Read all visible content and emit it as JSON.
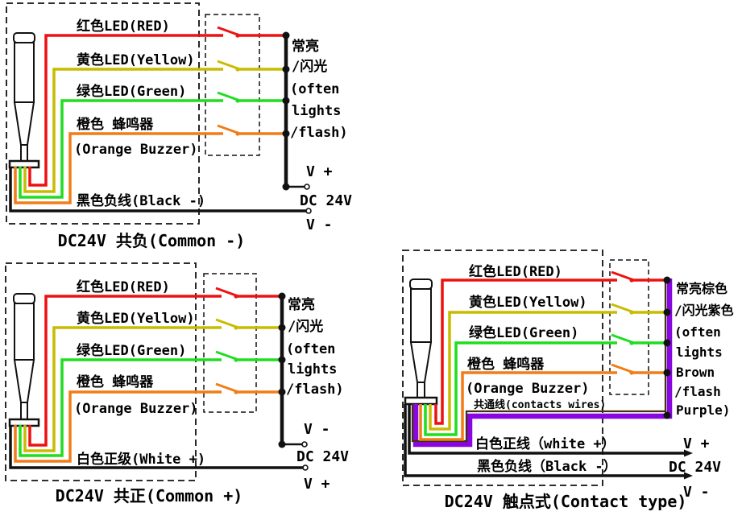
{
  "colors": {
    "red": "#ee1111",
    "yellow": "#c9bb00",
    "green": "#1fdd1f",
    "orange": "#f07d18",
    "black": "#111111",
    "purple": "#8807e0",
    "brown": "#43300c"
  },
  "diagrams": {
    "common_negative": {
      "caption": "DC24V 共负(Common -)",
      "wire_labels": {
        "red": "红色LED(RED)",
        "yellow": "黄色LED(Yellow)",
        "green": "绿色LED(Green)",
        "orange_cn": "橙色 蜂鸣器",
        "orange_en": "(Orange Buzzer)",
        "black": "黑色负线(Black -)"
      },
      "mode_labels": [
        "常亮",
        "/闪光",
        "(often",
        "lights",
        "/flash)"
      ],
      "terminals": {
        "top": "V +",
        "mid": "DC 24V",
        "bottom": "V -"
      }
    },
    "common_positive": {
      "caption": "DC24V 共正(Common +)",
      "wire_labels": {
        "red": "红色LED(RED)",
        "yellow": "黄色LED(Yellow)",
        "green": "绿色LED(Green)",
        "orange_cn": "橙色 蜂鸣器",
        "orange_en": "(Orange Buzzer)",
        "white": "白色正级(White +)"
      },
      "mode_labels": [
        "常亮",
        "/闪光",
        "(often",
        "lights",
        "/flash)"
      ],
      "terminals": {
        "top": "V -",
        "mid": "DC 24V",
        "bottom": "V +"
      }
    },
    "contact_type": {
      "caption": "DC24V 触点式(Contact type)",
      "wire_labels": {
        "red": "红色LED(RED)",
        "yellow": "黄色LED(Yellow)",
        "green": "绿色LED(Green)",
        "orange_cn": "橙色 蜂鸣器",
        "orange_en": "(Orange Buzzer)",
        "common": "共通线(contacts wires)",
        "white": "白色正线（white +）",
        "black": "黑色负线（Black -）"
      },
      "mode_labels": [
        "常亮棕色",
        "/闪光紫色",
        "(often",
        "lights",
        "Brown",
        "/flash",
        "Purple)"
      ],
      "terminals": {
        "top": "V +",
        "mid": "DC 24V",
        "bottom": "V -"
      }
    }
  }
}
